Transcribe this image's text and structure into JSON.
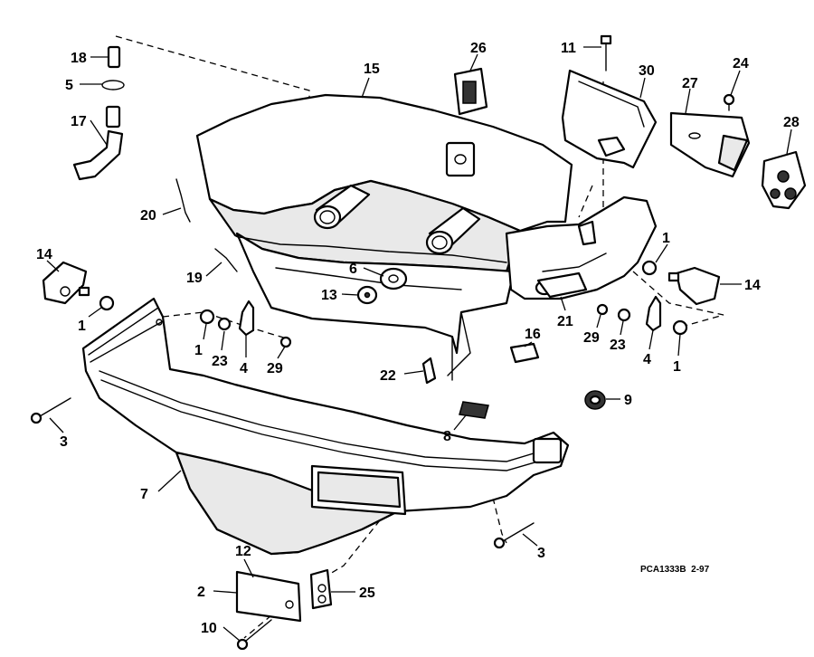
{
  "callouts": {
    "c18": "18",
    "c5": "5",
    "c17": "17",
    "c15": "15",
    "c26": "26",
    "c11": "11",
    "c30": "30",
    "c24": "24",
    "c27": "27",
    "c28": "28",
    "c20": "20",
    "c14a": "14",
    "c14b": "14",
    "c19": "19",
    "c1a": "1",
    "c1b": "1",
    "c1c": "1",
    "c1d": "1",
    "c6": "6",
    "c13": "13",
    "c23a": "23",
    "c23b": "23",
    "c4a": "4",
    "c4b": "4",
    "c29a": "29",
    "c29b": "29",
    "c21": "21",
    "c16": "16",
    "c22": "22",
    "c9": "9",
    "c8": "8",
    "c3a": "3",
    "c3b": "3",
    "c7": "7",
    "c12": "12",
    "c2": "2",
    "c25": "25",
    "c10": "10"
  },
  "drawing_code": "PCA1333B  2-97"
}
